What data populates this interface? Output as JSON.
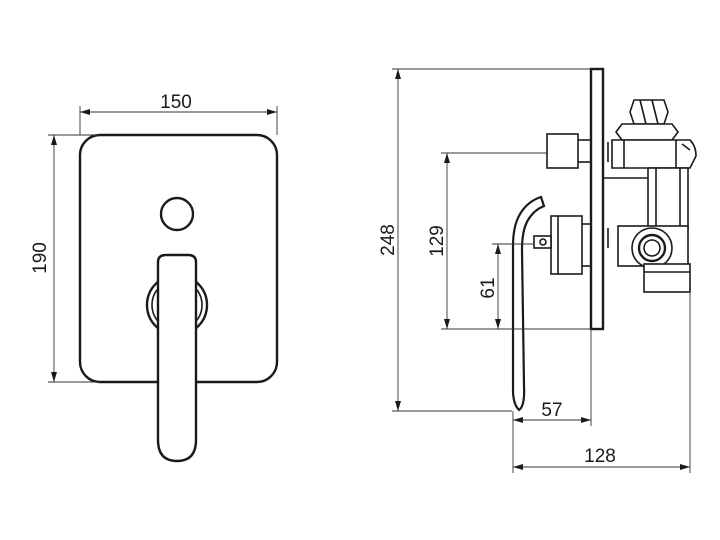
{
  "front_view": {
    "width_dim": "150",
    "height_dim": "190"
  },
  "side_view": {
    "total_height_dim": "248",
    "outlet_height_dim": "129",
    "lever_pivot_height_dim": "61",
    "lever_depth_dim": "57",
    "total_depth_dim": "128"
  }
}
